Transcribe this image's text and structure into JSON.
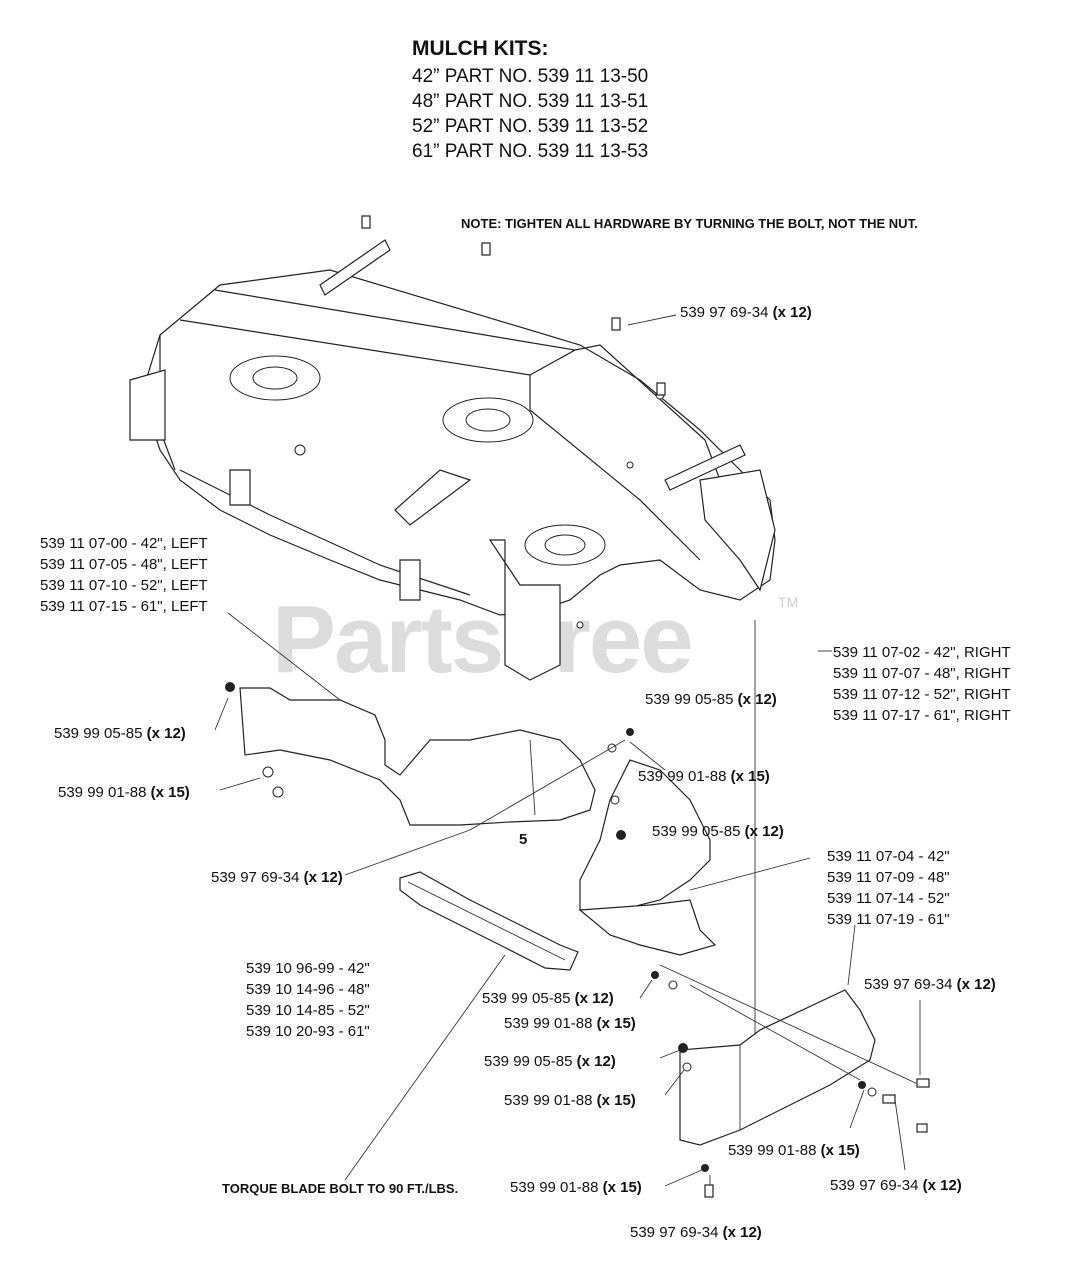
{
  "header": {
    "title": "MULCH KITS:",
    "kits": [
      "42” PART NO. 539 11 13-50",
      "48” PART NO. 539 11 13-51",
      "52” PART NO. 539 11 13-52",
      "61” PART NO. 539 11 13-53"
    ]
  },
  "note": "NOTE: TIGHTEN ALL HARDWARE BY TURNING THE BOLT, NOT THE NUT.",
  "torque_note": "TORQUE BLADE BOLT TO 90 FT./LBS.",
  "watermark": {
    "text": "PartsTree",
    "tm": "TM"
  },
  "callouts": {
    "bolt_top": {
      "part": "539  97 69-34",
      "qty": "(x 12)"
    },
    "left_baffle": [
      "539 11 07-00 - 42\", LEFT",
      "539 11 07-05 - 48\", LEFT",
      "539 11 07-10 - 52\", LEFT",
      "539 11 07-15 - 61\", LEFT"
    ],
    "right_baffle": [
      "539 11 07-02 - 42\", RIGHT",
      "539 11 07-07 - 48\", RIGHT",
      "539 11 07-12 - 52\", RIGHT",
      "539 11 07-17 - 61\", RIGHT"
    ],
    "center_baffle": [
      "539 11 07-04 - 42\"",
      "539 11 07-09 - 48\"",
      "539 11 07-14 - 52\"",
      "539 11 07-19 - 61\""
    ],
    "blades": [
      "539 10 96-99 - 42\"",
      "539 10 14-96 - 48\"",
      "539 10 14-85 - 52\"",
      "539 10 20-93 - 61\""
    ],
    "item_number": "5",
    "nut_left": {
      "part": "539 99 05-85",
      "qty": "(x 12)"
    },
    "washer_left": {
      "part": "539  99 01-88",
      "qty": "(x 15)"
    },
    "bolt_left": {
      "part": "539  97 69-34",
      "qty": "(x 12)"
    },
    "nut_mid_top": {
      "part": "539 99 05-85",
      "qty": "(x 12)"
    },
    "washer_mid_top": {
      "part": "539  99 01-88",
      "qty": "(x 15)"
    },
    "nut_mid_2": {
      "part": "539 99 05-85",
      "qty": "(x 12)"
    },
    "nut_mid_3": {
      "part": "539 99 05-85",
      "qty": "(x 12)"
    },
    "washer_mid_3": {
      "part": "539  99 01-88",
      "qty": "(x 15)"
    },
    "nut_mid_4": {
      "part": "539 99 05-85",
      "qty": "(x 12)"
    },
    "washer_mid_4": {
      "part": "539  99 01-88",
      "qty": "(x 15)"
    },
    "bolt_right": {
      "part": "539  97 69-34",
      "qty": "(x 12)"
    },
    "washer_right": {
      "part": "539  99 01-88",
      "qty": "(x 15)"
    },
    "bolt_right_bottom": {
      "part": "539  97 69-34",
      "qty": "(x 12)"
    },
    "washer_bottom": {
      "part": "539  99 01-88",
      "qty": "(x 15)"
    },
    "bolt_bottom": {
      "part": "539  97 69-34",
      "qty": "(x 12)"
    }
  }
}
